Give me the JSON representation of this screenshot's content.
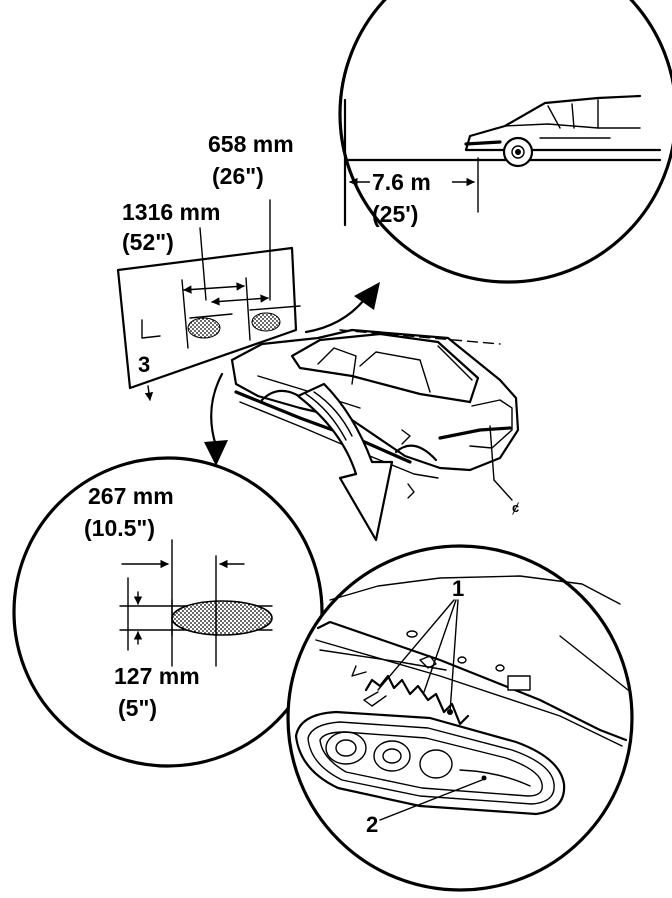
{
  "screen": {
    "dim_658_mm": "658 mm",
    "dim_658_in": "(26\")",
    "dim_1316_mm": "1316 mm",
    "dim_1316_in": "(52\")",
    "callout_3": "3"
  },
  "distance_inset": {
    "distance_m": "7.6 m",
    "distance_ft": "(25')"
  },
  "beam_inset": {
    "dim_267_mm": "267 mm",
    "dim_267_in": "(10.5\")",
    "dim_127_mm": "127 mm",
    "dim_127_in": "(5\")"
  },
  "car": {
    "centerline": "ȼ"
  },
  "taillamp_inset": {
    "callout_1": "1",
    "callout_2": "2"
  }
}
